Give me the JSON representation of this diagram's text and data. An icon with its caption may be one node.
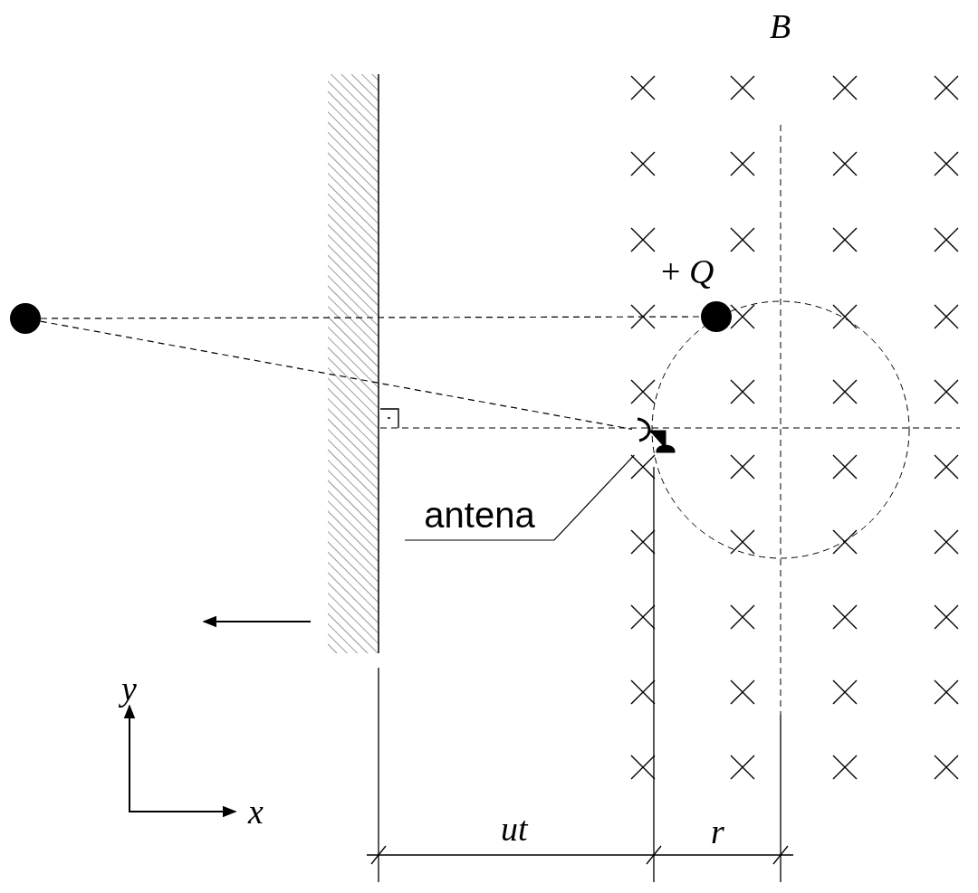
{
  "diagram": {
    "nodes": [
      {
        "text": [],
        "shape": "circle"
      },
      {
        "text": [],
        "shape": "circle"
      },
      {
        "text": [],
        "shape": "picture"
      },
      {
        "text": [
          "antena"
        ]
      }
    ],
    "edges": [
      {
        "from": 0,
        "to": 1,
        "arrow": "none",
        "style": "dashed"
      },
      {
        "from": 0,
        "to": 2,
        "arrow": "none",
        "style": "dashed"
      },
      {
        "from": 3,
        "to": 2,
        "arrow": "none"
      }
    ],
    "labels": [
      "B",
      "+ *Q*",
      "y",
      "x",
      "ut",
      "r"
    ]
  }
}
